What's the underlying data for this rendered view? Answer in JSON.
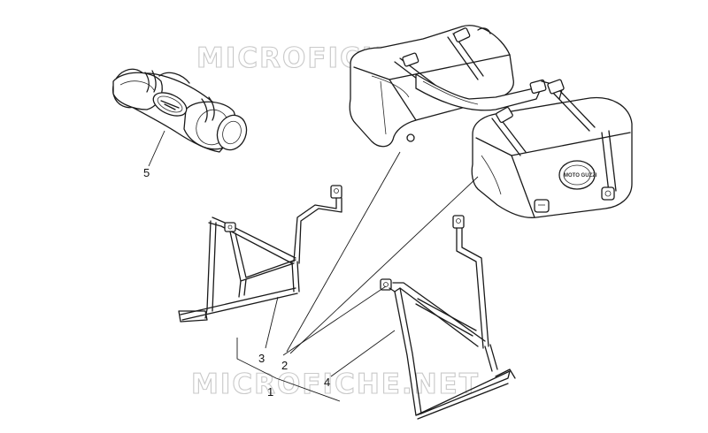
{
  "watermarks": [
    "MICROFICHE.NET",
    "MICROFICHE.NET"
  ],
  "callouts": {
    "c1": "1",
    "c2": "2",
    "c3": "3",
    "c4": "4",
    "c5": "5"
  },
  "badge_lettering": "MOTO GUZZI",
  "colors": {
    "line": "#1a1a1a",
    "watermark_outline": "#c9c9c9",
    "background": "#ffffff"
  }
}
